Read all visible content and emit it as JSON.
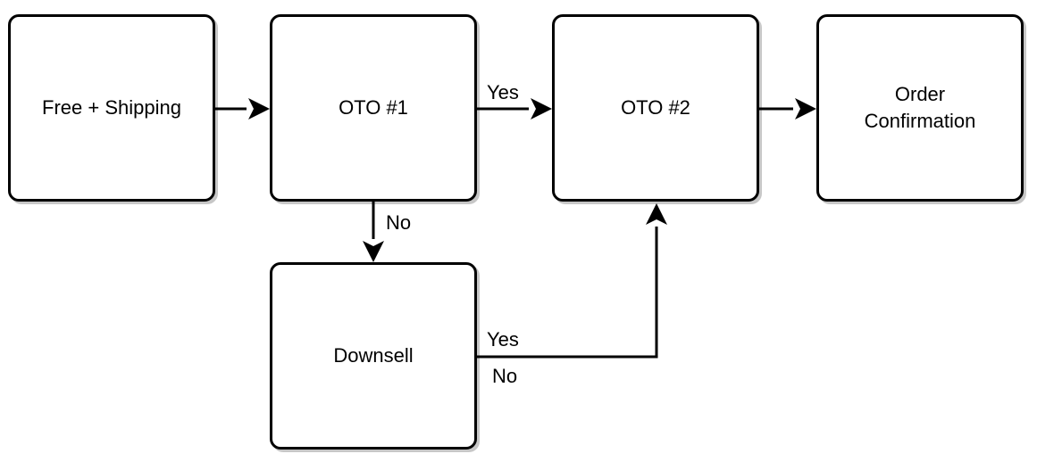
{
  "nodes": {
    "free_shipping": "Free + Shipping",
    "oto1": "OTO #1",
    "oto2": "OTO #2",
    "order_confirmation_line1": "Order",
    "order_confirmation_line2": "Confirmation",
    "downsell": "Downsell"
  },
  "edges": {
    "oto1_to_oto2": "Yes",
    "oto1_to_downsell": "No",
    "downsell_yes": "Yes",
    "downsell_no": "No"
  }
}
